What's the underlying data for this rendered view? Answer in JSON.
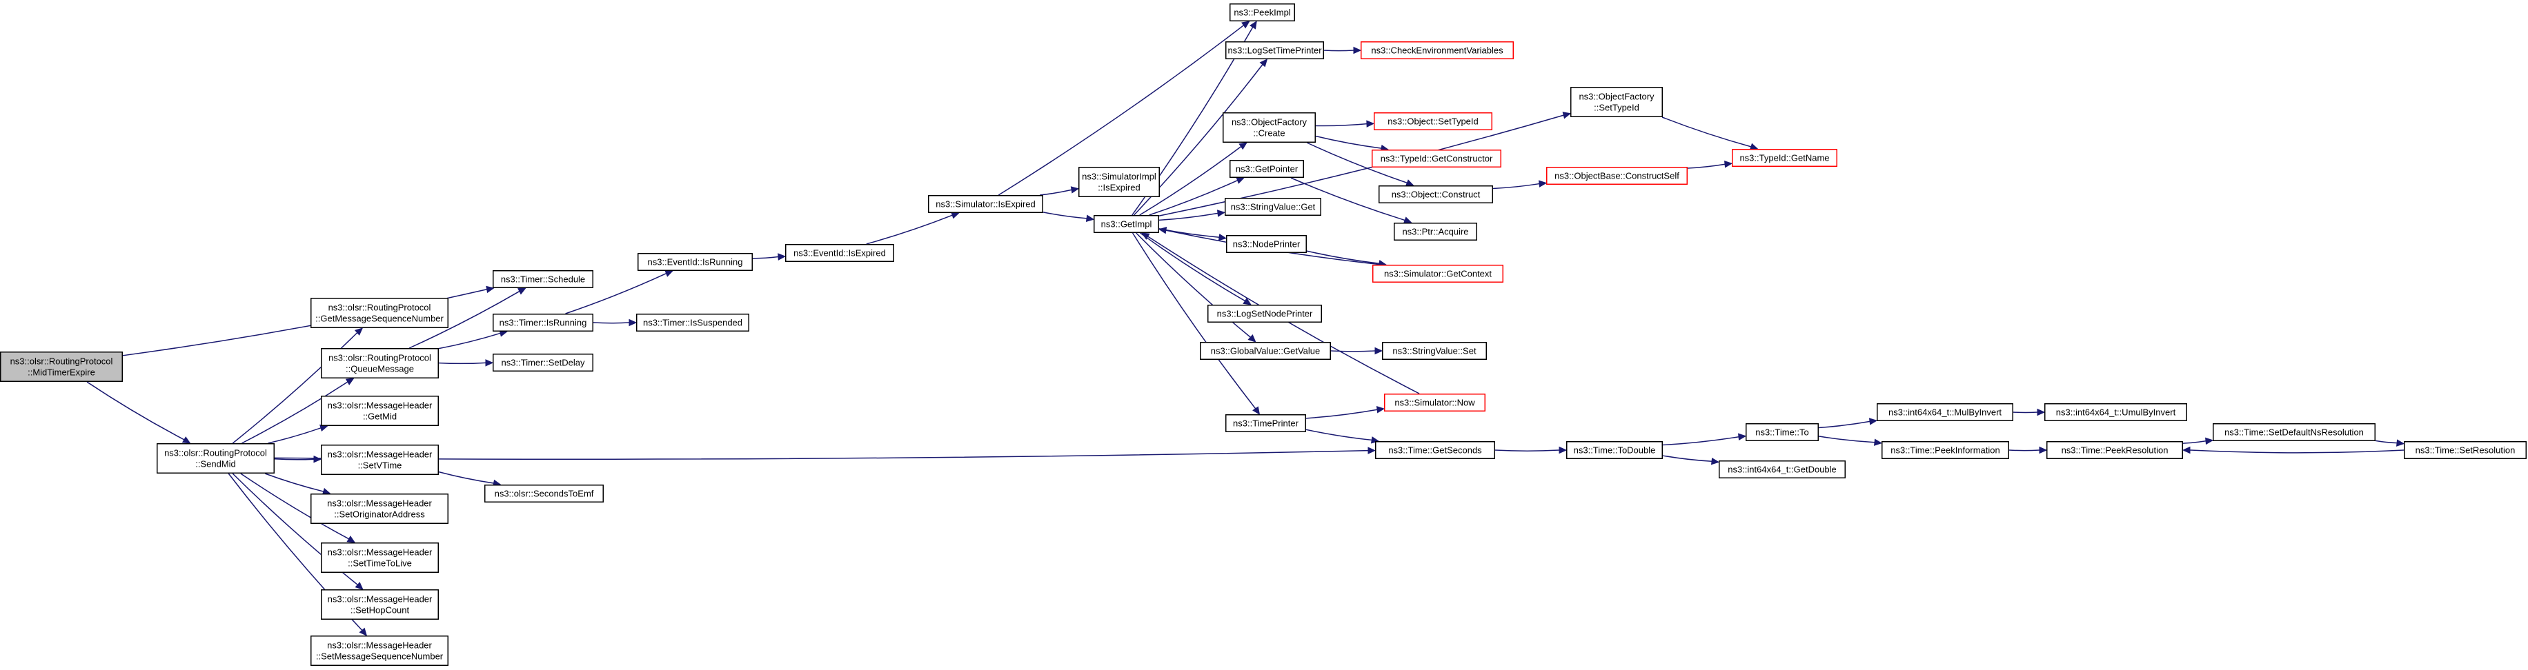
{
  "nodes": [
    {
      "id": "root",
      "lines": [
        "ns3::olsr::RoutingProtocol",
        "::MidTimerExpire"
      ],
      "style": "root"
    },
    {
      "id": "sendmid",
      "lines": [
        "ns3::olsr::RoutingProtocol",
        "::SendMid"
      ],
      "style": "normal"
    },
    {
      "id": "schedule",
      "lines": [
        "ns3::Timer::Schedule"
      ],
      "style": "normal"
    },
    {
      "id": "getmsgseq",
      "lines": [
        "ns3::olsr::RoutingProtocol",
        "::GetMessageSequenceNumber"
      ],
      "style": "normal"
    },
    {
      "id": "queuemsg",
      "lines": [
        "ns3::olsr::RoutingProtocol",
        "::QueueMessage"
      ],
      "style": "normal"
    },
    {
      "id": "getmid",
      "lines": [
        "ns3::olsr::MessageHeader",
        "::GetMid"
      ],
      "style": "normal"
    },
    {
      "id": "setvtime",
      "lines": [
        "ns3::olsr::MessageHeader",
        "::SetVTime"
      ],
      "style": "normal"
    },
    {
      "id": "setorig",
      "lines": [
        "ns3::olsr::MessageHeader",
        "::SetOriginatorAddress"
      ],
      "style": "normal"
    },
    {
      "id": "setttl",
      "lines": [
        "ns3::olsr::MessageHeader",
        "::SetTimeToLive"
      ],
      "style": "normal"
    },
    {
      "id": "sethop",
      "lines": [
        "ns3::olsr::MessageHeader",
        "::SetHopCount"
      ],
      "style": "normal"
    },
    {
      "id": "setmsgseq",
      "lines": [
        "ns3::olsr::MessageHeader",
        "::SetMessageSequenceNumber"
      ],
      "style": "normal"
    },
    {
      "id": "timerisrunning",
      "lines": [
        "ns3::Timer::IsRunning"
      ],
      "style": "normal"
    },
    {
      "id": "setdelay",
      "lines": [
        "ns3::Timer::SetDelay"
      ],
      "style": "normal"
    },
    {
      "id": "secondstoemf",
      "lines": [
        "ns3::olsr::SecondsToEmf"
      ],
      "style": "normal"
    },
    {
      "id": "eventisrunning",
      "lines": [
        "ns3::EventId::IsRunning"
      ],
      "style": "normal"
    },
    {
      "id": "issuspended",
      "lines": [
        "ns3::Timer::IsSuspended"
      ],
      "style": "normal"
    },
    {
      "id": "eventisexpired",
      "lines": [
        "ns3::EventId::IsExpired"
      ],
      "style": "normal"
    },
    {
      "id": "simisexpired",
      "lines": [
        "ns3::Simulator::IsExpired"
      ],
      "style": "normal"
    },
    {
      "id": "simimplisexpired",
      "lines": [
        "ns3::SimulatorImpl",
        "::IsExpired"
      ],
      "style": "normal"
    },
    {
      "id": "getimpl",
      "lines": [
        "ns3::GetImpl"
      ],
      "style": "normal"
    },
    {
      "id": "peekimpl",
      "lines": [
        "ns3::PeekImpl"
      ],
      "style": "normal"
    },
    {
      "id": "logsettimeprinter",
      "lines": [
        "ns3::LogSetTimePrinter"
      ],
      "style": "normal"
    },
    {
      "id": "checkenv",
      "lines": [
        "ns3::CheckEnvironmentVariables"
      ],
      "style": "red"
    },
    {
      "id": "objfactorycreate",
      "lines": [
        "ns3::ObjectFactory",
        "::Create"
      ],
      "style": "normal"
    },
    {
      "id": "objsettypeid",
      "lines": [
        "ns3::Object::SetTypeId"
      ],
      "style": "red"
    },
    {
      "id": "typeidgetctor",
      "lines": [
        "ns3::TypeId::GetConstructor"
      ],
      "style": "red"
    },
    {
      "id": "objconstruct",
      "lines": [
        "ns3::Object::Construct"
      ],
      "style": "normal"
    },
    {
      "id": "objbaseconstructself",
      "lines": [
        "ns3::ObjectBase::ConstructSelf"
      ],
      "style": "red"
    },
    {
      "id": "objfactorysettypeid",
      "lines": [
        "ns3::ObjectFactory",
        "::SetTypeId"
      ],
      "style": "normal"
    },
    {
      "id": "typeidgetname",
      "lines": [
        "ns3::TypeId::GetName"
      ],
      "style": "red"
    },
    {
      "id": "getpointer",
      "lines": [
        "ns3::GetPointer"
      ],
      "style": "normal"
    },
    {
      "id": "ptracquire",
      "lines": [
        "ns3::Ptr::Acquire"
      ],
      "style": "normal"
    },
    {
      "id": "stringvalueget",
      "lines": [
        "ns3::StringValue::Get"
      ],
      "style": "normal"
    },
    {
      "id": "nodeprinter",
      "lines": [
        "ns3::NodePrinter"
      ],
      "style": "normal"
    },
    {
      "id": "simgetcontext",
      "lines": [
        "ns3::Simulator::GetContext"
      ],
      "style": "red"
    },
    {
      "id": "logsetnodeprinter",
      "lines": [
        "ns3::LogSetNodePrinter"
      ],
      "style": "normal"
    },
    {
      "id": "globalvaluegetvalue",
      "lines": [
        "ns3::GlobalValue::GetValue"
      ],
      "style": "normal"
    },
    {
      "id": "stringvalueset",
      "lines": [
        "ns3::StringValue::Set"
      ],
      "style": "normal"
    },
    {
      "id": "simnow",
      "lines": [
        "ns3::Simulator::Now"
      ],
      "style": "red"
    },
    {
      "id": "timeprinter",
      "lines": [
        "ns3::TimePrinter"
      ],
      "style": "normal"
    },
    {
      "id": "timegetseconds",
      "lines": [
        "ns3::Time::GetSeconds"
      ],
      "style": "normal"
    },
    {
      "id": "timetodouble",
      "lines": [
        "ns3::Time::ToDouble"
      ],
      "style": "normal"
    },
    {
      "id": "timeto",
      "lines": [
        "ns3::Time::To"
      ],
      "style": "normal"
    },
    {
      "id": "int64getdouble",
      "lines": [
        "ns3::int64x64_t::GetDouble"
      ],
      "style": "normal"
    },
    {
      "id": "mulbyinvert",
      "lines": [
        "ns3::int64x64_t::MulByInvert"
      ],
      "style": "normal"
    },
    {
      "id": "umulbyinvert",
      "lines": [
        "ns3::int64x64_t::UmulByInvert"
      ],
      "style": "normal"
    },
    {
      "id": "peekinformation",
      "lines": [
        "ns3::Time::PeekInformation"
      ],
      "style": "normal"
    },
    {
      "id": "peekresolution",
      "lines": [
        "ns3::Time::PeekResolution"
      ],
      "style": "normal"
    },
    {
      "id": "setdefaultnsres",
      "lines": [
        "ns3::Time::SetDefaultNsResolution"
      ],
      "style": "normal"
    },
    {
      "id": "setresolution",
      "lines": [
        "ns3::Time::SetResolution"
      ],
      "style": "normal"
    }
  ],
  "edges": [
    [
      "root",
      "schedule"
    ],
    [
      "root",
      "sendmid"
    ],
    [
      "sendmid",
      "getmsgseq"
    ],
    [
      "sendmid",
      "queuemsg"
    ],
    [
      "sendmid",
      "getmid"
    ],
    [
      "sendmid",
      "setvtime"
    ],
    [
      "sendmid",
      "setorig"
    ],
    [
      "sendmid",
      "setttl"
    ],
    [
      "sendmid",
      "sethop"
    ],
    [
      "sendmid",
      "setmsgseq"
    ],
    [
      "sendmid",
      "timegetseconds"
    ],
    [
      "queuemsg",
      "schedule"
    ],
    [
      "queuemsg",
      "timerisrunning"
    ],
    [
      "queuemsg",
      "setdelay"
    ],
    [
      "timerisrunning",
      "eventisrunning"
    ],
    [
      "timerisrunning",
      "issuspended"
    ],
    [
      "eventisrunning",
      "eventisexpired"
    ],
    [
      "eventisexpired",
      "simisexpired"
    ],
    [
      "simisexpired",
      "peekimpl"
    ],
    [
      "simisexpired",
      "simimplisexpired"
    ],
    [
      "simisexpired",
      "getimpl"
    ],
    [
      "getimpl",
      "peekimpl"
    ],
    [
      "getimpl",
      "logsettimeprinter"
    ],
    [
      "getimpl",
      "objfactorycreate"
    ],
    [
      "getimpl",
      "objfactorysettypeid"
    ],
    [
      "getimpl",
      "getpointer"
    ],
    [
      "getimpl",
      "stringvalueget"
    ],
    [
      "getimpl",
      "nodeprinter"
    ],
    [
      "getimpl",
      "logsetnodeprinter"
    ],
    [
      "getimpl",
      "globalvaluegetvalue"
    ],
    [
      "getimpl",
      "timeprinter"
    ],
    [
      "logsettimeprinter",
      "checkenv"
    ],
    [
      "objfactorycreate",
      "objsettypeid"
    ],
    [
      "objfactorycreate",
      "typeidgetctor"
    ],
    [
      "objfactorycreate",
      "objconstruct"
    ],
    [
      "objconstruct",
      "objbaseconstructself"
    ],
    [
      "objbaseconstructself",
      "typeidgetname"
    ],
    [
      "objfactorysettypeid",
      "typeidgetname"
    ],
    [
      "getpointer",
      "ptracquire"
    ],
    [
      "nodeprinter",
      "simgetcontext"
    ],
    [
      "simgetcontext",
      "getimpl"
    ],
    [
      "globalvaluegetvalue",
      "stringvalueset"
    ],
    [
      "timeprinter",
      "simnow"
    ],
    [
      "timeprinter",
      "timegetseconds"
    ],
    [
      "simnow",
      "getimpl"
    ],
    [
      "setvtime",
      "secondstoemf"
    ],
    [
      "timegetseconds",
      "timetodouble"
    ],
    [
      "timetodouble",
      "timeto"
    ],
    [
      "timetodouble",
      "int64getdouble"
    ],
    [
      "timeto",
      "mulbyinvert"
    ],
    [
      "timeto",
      "peekinformation"
    ],
    [
      "mulbyinvert",
      "umulbyinvert"
    ],
    [
      "peekinformation",
      "peekresolution"
    ],
    [
      "peekresolution",
      "setdefaultnsres"
    ],
    [
      "setdefaultnsres",
      "setresolution"
    ],
    [
      "setresolution",
      "peekresolution"
    ]
  ]
}
